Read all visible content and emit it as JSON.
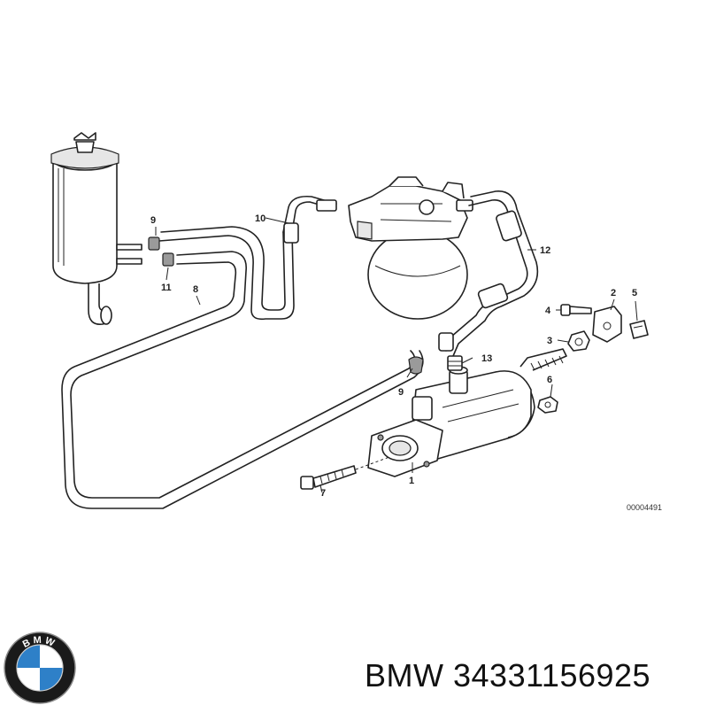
{
  "diagram": {
    "callouts": [
      "1",
      "2",
      "3",
      "4",
      "5",
      "6",
      "7",
      "8",
      "9",
      "9",
      "10",
      "11",
      "12",
      "13"
    ],
    "reference_code": "00004491"
  },
  "logo": {
    "name": "bmw-logo",
    "ring_text": "BMW",
    "colors": {
      "ring": "#1a1a1a",
      "blue": "#2e80c8",
      "white": "#ffffff"
    }
  },
  "brand": "BMW",
  "part_number": "34331156925"
}
